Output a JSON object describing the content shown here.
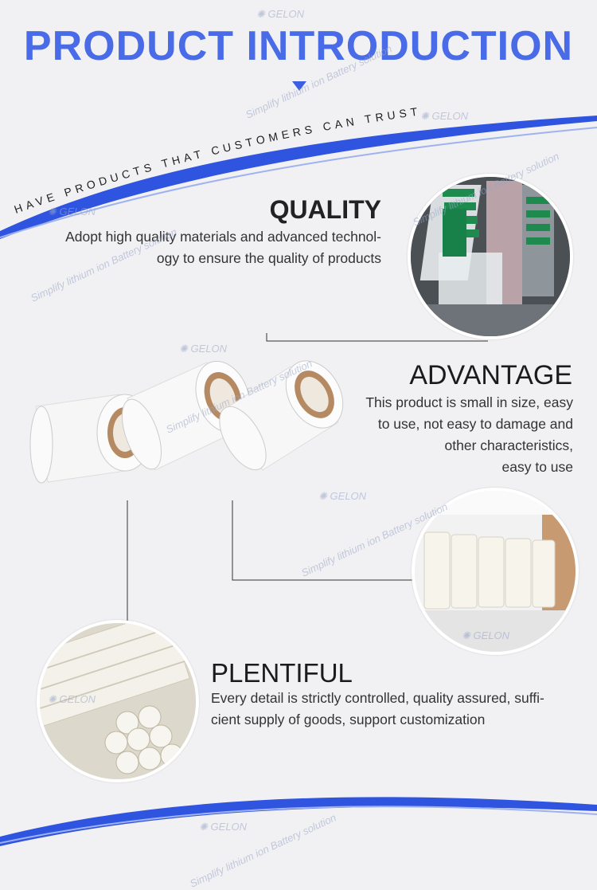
{
  "header": {
    "title": "PRODUCT INTRODUCTION",
    "tagline": "HAVE PRODUCTS THAT CUSTOMERS CAN TRUST"
  },
  "sections": {
    "quality": {
      "heading": "QUALITY",
      "text_lines": [
        "Adopt high quality materials and advanced technol-",
        "ogy to ensure the quality of products"
      ]
    },
    "advantage": {
      "heading": "ADVANTAGE",
      "text_lines": [
        "This product is small in size, easy",
        "to use, not easy to damage and",
        "other characteristics,",
        "easy to use"
      ]
    },
    "plentiful": {
      "heading": "PLENTIFUL",
      "text_lines": [
        "Every detail is strictly controlled, quality assured, suffi-",
        "cient supply of goods, support customization"
      ]
    }
  },
  "watermark": {
    "brand": "GELON",
    "slogan": "Simplify lithium ion Battery solution"
  },
  "colors": {
    "accent_blue": "#3b5fe0",
    "title_blue": "#4a6be8",
    "background": "#f1f1f3"
  }
}
